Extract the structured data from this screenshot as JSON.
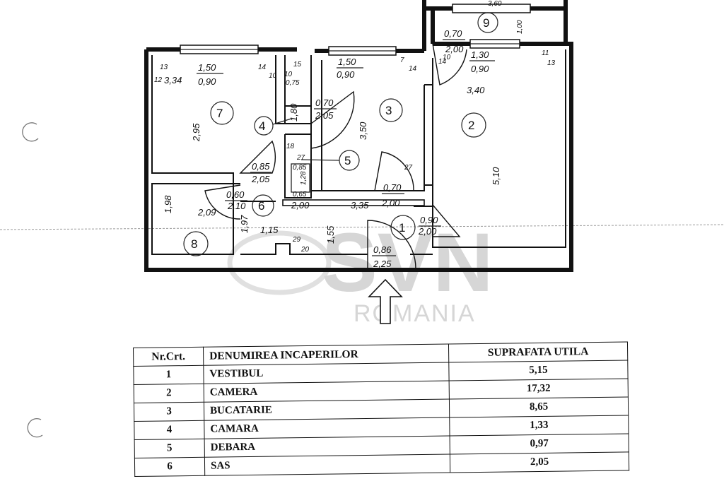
{
  "plan": {
    "rooms": [
      {
        "num": "1"
      },
      {
        "num": "2"
      },
      {
        "num": "3"
      },
      {
        "num": "4"
      },
      {
        "num": "5"
      },
      {
        "num": "6"
      },
      {
        "num": "7"
      },
      {
        "num": "8"
      },
      {
        "num": "9"
      }
    ],
    "dims": {
      "d_150a": "1,50",
      "d_090a": "0,90",
      "d_334": "3,34",
      "d_295": "2,95",
      "d_13": "13",
      "d_12": "12",
      "d_14a": "14",
      "d_10a": "10",
      "d_15": "15",
      "d_10b": "10",
      "d_075": "0,75",
      "d_180": "1,80",
      "d_070a": "0,70",
      "d_205a": "2,05",
      "d_150b": "1,50",
      "d_090b": "0,90",
      "d_7": "7",
      "d_14b": "14",
      "d_350": "3,50",
      "d_18": "18",
      "d_27a": "27",
      "d_085a": "0,85",
      "d_128": "1,28",
      "d_065": "0,65",
      "d_200a": "2,00",
      "d_27b": "27",
      "d_070b": "0,70",
      "d_200b": "2,00",
      "d_335": "3,35",
      "d_070c": "0,70",
      "d_200c": "2,00",
      "d_130": "1,30",
      "d_090c": "0,90",
      "d_11": "11",
      "d_13b": "13",
      "d_14c": "14",
      "d_10c": "10",
      "d_340": "3,40",
      "d_510": "5,10",
      "d_100": "1,00",
      "d_360": "3,60",
      "d_085b": "0,85",
      "d_205b": "2,05",
      "d_060": "0,60",
      "d_210": "2,10",
      "d_198": "1,98",
      "d_209": "2,09",
      "d_197": "1,97",
      "d_115": "1,15",
      "d_29": "29",
      "d_20": "20",
      "d_155": "1,55",
      "d_090d": "0,90",
      "d_200d": "2,00",
      "d_086": "0,86",
      "d_225": "2,25"
    },
    "watermark": {
      "brand": "SVN",
      "country": "ROMANIA"
    }
  },
  "table": {
    "headers": {
      "nr": "Nr.Crt.",
      "name": "DENUMIREA INCAPERILOR",
      "area": "SUPRAFATA UTILA"
    },
    "rows": [
      {
        "nr": "1",
        "name": "VESTIBUL",
        "area": "5,15"
      },
      {
        "nr": "2",
        "name": "CAMERA",
        "area": "17,32"
      },
      {
        "nr": "3",
        "name": "BUCATARIE",
        "area": "8,65"
      },
      {
        "nr": "4",
        "name": "CAMARA",
        "area": "1,33"
      },
      {
        "nr": "5",
        "name": "DEBARA",
        "area": "0,97"
      },
      {
        "nr": "6",
        "name": "SAS",
        "area": "2,05"
      }
    ]
  }
}
